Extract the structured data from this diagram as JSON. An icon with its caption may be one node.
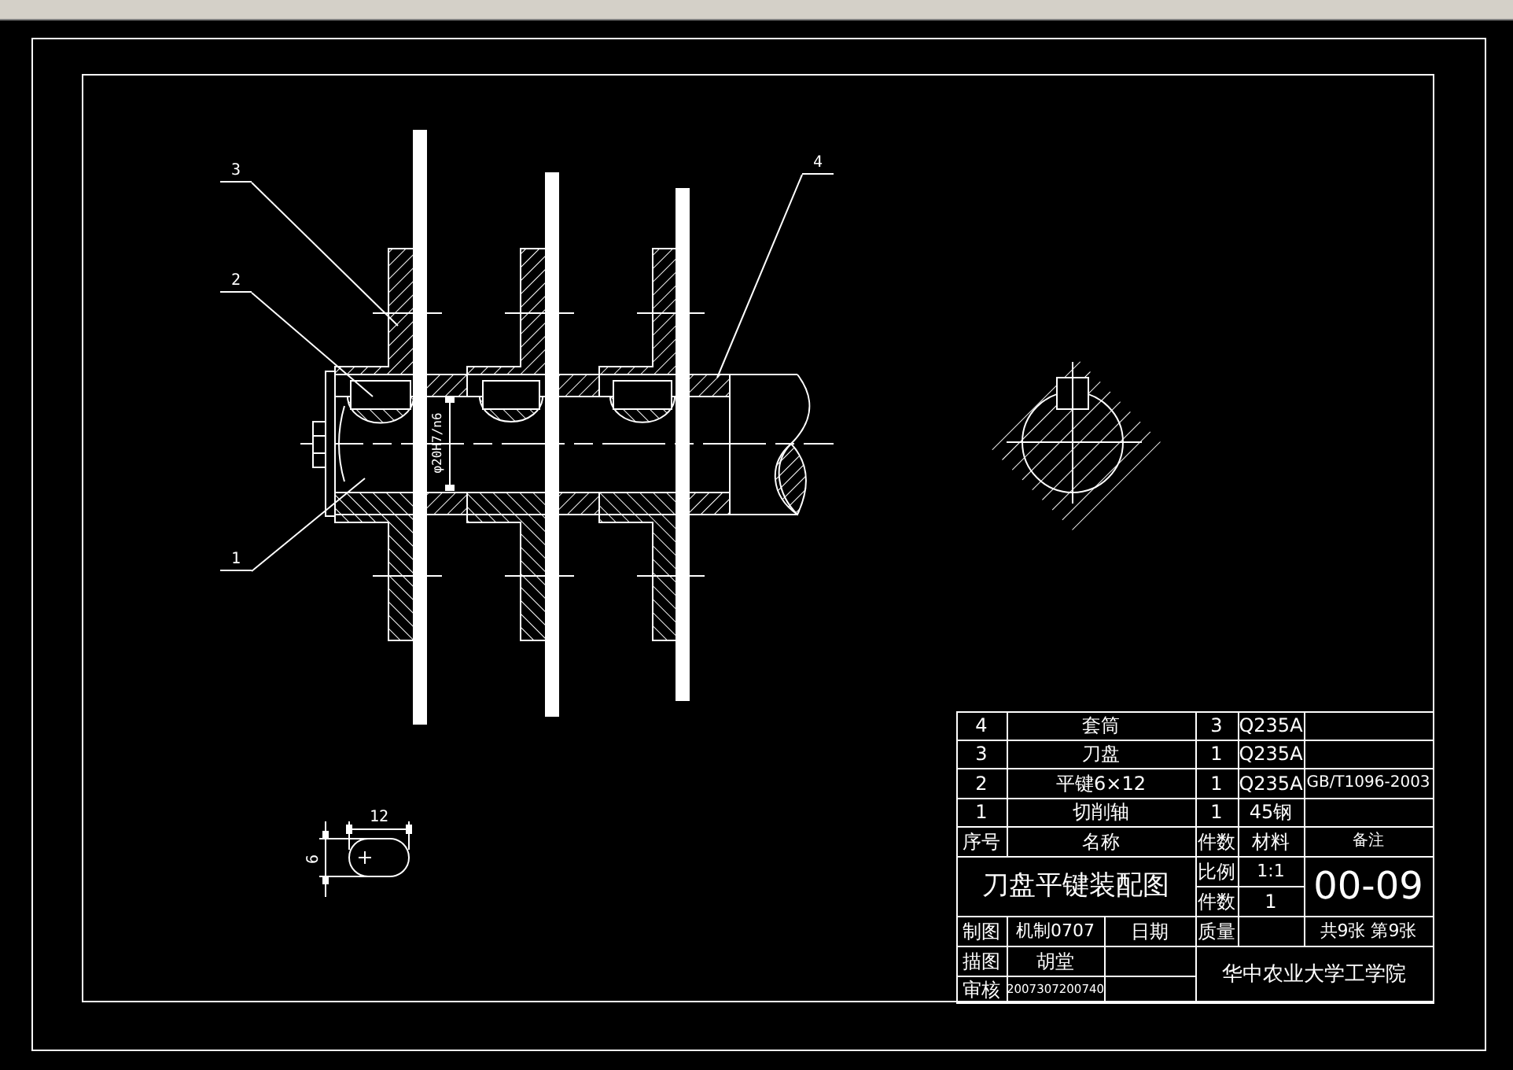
{
  "diagram": {
    "nodes": [
      {
        "text": [
          "3"
        ]
      },
      {
        "text": [
          "2"
        ]
      },
      {
        "text": [
          "1"
        ]
      },
      {
        "text": [
          "4"
        ]
      }
    ],
    "edges": [
      {
        "from": 0,
        "to": null,
        "arrow": "none"
      },
      {
        "from": 1,
        "to": null,
        "arrow": "none"
      },
      {
        "from": 2,
        "to": null,
        "arrow": "none"
      },
      {
        "from": 3,
        "to": null,
        "arrow": "none"
      }
    ],
    "labels": [
      "φ20H7/n6",
      "12",
      "6",
      "4",
      "套筒",
      "3",
      "Q235A",
      "3",
      "刀盘",
      "1",
      "Q235A",
      "2",
      "平键6×12",
      "1",
      "Q235A",
      "GB/T1096-2003",
      "1",
      "切削轴",
      "1",
      "45钢",
      "序号",
      "名称",
      "件数",
      "材料",
      "备注",
      "刀盘平键装配图",
      "比例",
      "1:1",
      "00-09",
      "件数",
      "1",
      "制图",
      "机制0707",
      "日期",
      "质量",
      "共9张 第9张",
      "描图",
      "胡堂",
      "华中农业大学工学院",
      "审核",
      "2007307200740"
    ]
  }
}
